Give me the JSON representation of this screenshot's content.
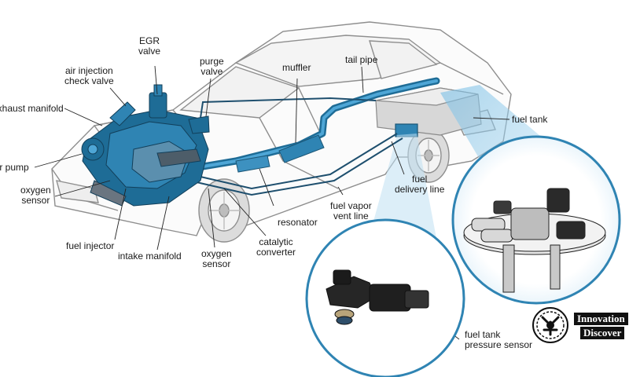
{
  "labels": {
    "egr_valve": "EGR\nvalve",
    "air_injection_check_valve": "air injection\ncheck valve",
    "purge_valve": "purge\nvalve",
    "muffler": "muffler",
    "tail_pipe": "tail pipe",
    "exhaust_manifold": "exhaust manifold",
    "fuel_tank": "fuel tank",
    "air_pump": "air pump",
    "fuel_delivery_line": "fuel\ndelivery line",
    "oxygen_sensor_left": "oxygen\nsensor",
    "fuel_vapor_vent_line": "fuel vapor\nvent line",
    "resonator": "resonator",
    "fuel_injector": "fuel injector",
    "catalytic_converter": "catalytic\nconverter",
    "intake_manifold": "intake manifold",
    "oxygen_sensor_right": "oxygen\nsensor",
    "fuel_tank_pressure_sensor": "fuel tank\npressure sensor"
  },
  "logo": {
    "line1": "Innovation",
    "line2": "Discover"
  },
  "colors": {
    "engine_blue": "#1e6c96",
    "pipe_blue": "#2f84b3",
    "light_blue": "#a8d3ec",
    "car_outline": "#8e8e8e",
    "tank_gray": "#cfcfcf"
  }
}
